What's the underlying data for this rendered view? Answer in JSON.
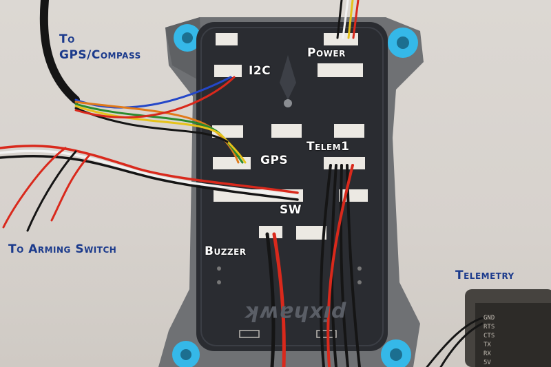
{
  "labels": {
    "gps_compass_line1": "To",
    "gps_compass_line2": "GPS/Compass",
    "power": "Power",
    "i2c": "I2C",
    "gps": "GPS",
    "telem1": "Telem1",
    "sw": "SW",
    "arming_switch": "To Arming Switch",
    "buzzer": "Buzzer",
    "telemetry": "Telemetry"
  },
  "board_brand": "pixhawk",
  "telemetry_pins": [
    "GND",
    "RTS",
    "CTS",
    "TX",
    "RX",
    "5V"
  ],
  "colors": {
    "label_blue": "#1b3a8c",
    "label_white": "#ffffff",
    "board": "#2a2c31",
    "mount_gray": "#6f7174",
    "damper_blue": "#35b8e8",
    "wire_red": "#d9291c",
    "wire_black": "#151515",
    "wire_white": "#f2f2f2",
    "wire_yellow": "#e6c21a",
    "wire_green": "#2a8a2e",
    "wire_blue": "#2447c8",
    "wire_orange": "#e07a1a"
  }
}
